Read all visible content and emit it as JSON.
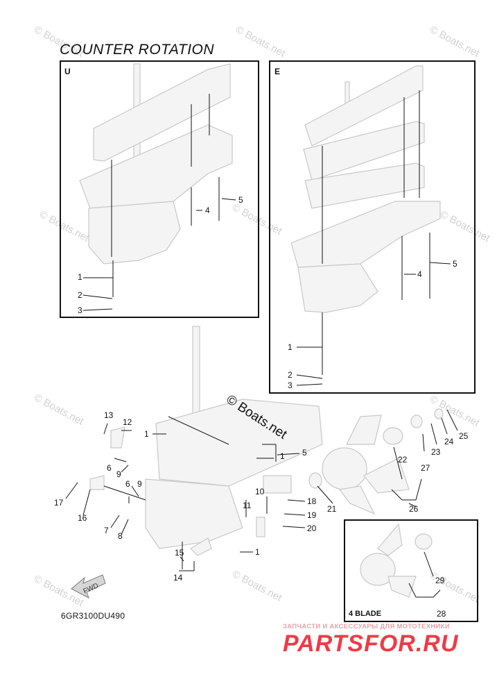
{
  "page": {
    "heading": "COUNTER ROTATION",
    "drawing_code": "6GR3100DU490",
    "brand_stamp": "© Boats.net",
    "watermark": "© Boats.net"
  },
  "insets": {
    "u": {
      "tag": "U"
    },
    "e": {
      "tag": "E"
    },
    "blade": {
      "tag": "4 BLADE"
    }
  },
  "direction_marker": {
    "label": "FWD"
  },
  "banner": {
    "tagline": "ЗАПЧАСТИ И АКСЕССУАРЫ ДЛЯ МОТОТЕХНИКИ",
    "site": "PARTSFOR.RU"
  },
  "callouts": {
    "u_1": "1",
    "u_2": "2",
    "u_3": "3",
    "u_4": "4",
    "u_5": "5",
    "e_1": "1",
    "e_2": "2",
    "e_3": "3",
    "e_4": "4",
    "e_5": "5",
    "m_1a": "1",
    "m_1b": "1",
    "m_1c": "1",
    "m_5": "5",
    "m_6a": "6",
    "m_6b": "6",
    "m_7": "7",
    "m_8": "8",
    "m_9a": "9",
    "m_9b": "9",
    "m_10": "10",
    "m_11": "11",
    "m_12": "12",
    "m_13": "13",
    "m_14": "14",
    "m_15": "15",
    "m_16": "16",
    "m_17": "17",
    "m_18": "18",
    "m_19": "19",
    "m_20": "20",
    "m_21": "21",
    "m_22": "22",
    "m_23": "23",
    "m_24": "24",
    "m_25": "25",
    "m_26": "26",
    "m_27": "27",
    "b_28": "28",
    "b_29": "29"
  },
  "colors": {
    "line": "#111111",
    "part_outline": "#c8c8c8",
    "part_fill": "#f4f4f4",
    "watermark": "#d2d2d2",
    "banner_red": "#ee3b47"
  }
}
